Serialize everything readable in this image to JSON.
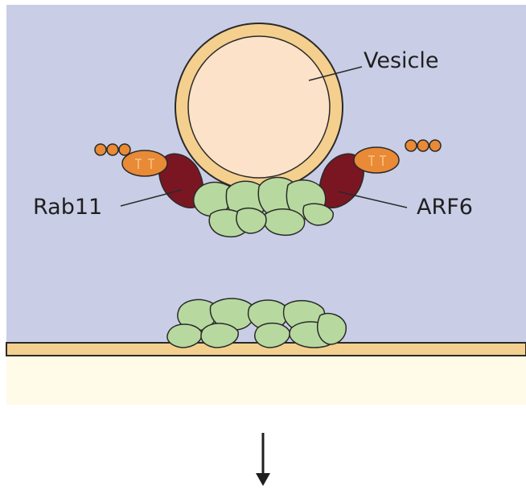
{
  "diagram": {
    "labels": {
      "vesicle": "Vesicle",
      "rab11": "Rab11",
      "arf6": "ARF6"
    },
    "colors": {
      "cytoplasm": "#c9cee6",
      "vesicle_membrane": "#f4cf8e",
      "vesicle_lumen": "#fbe2c8",
      "complex": "#b7d99f",
      "rab_orange": "#e98a36",
      "rab_dark": "#7a1622",
      "plasma_membrane": "#f4d08f",
      "extracellular": "#fffbe8"
    }
  }
}
